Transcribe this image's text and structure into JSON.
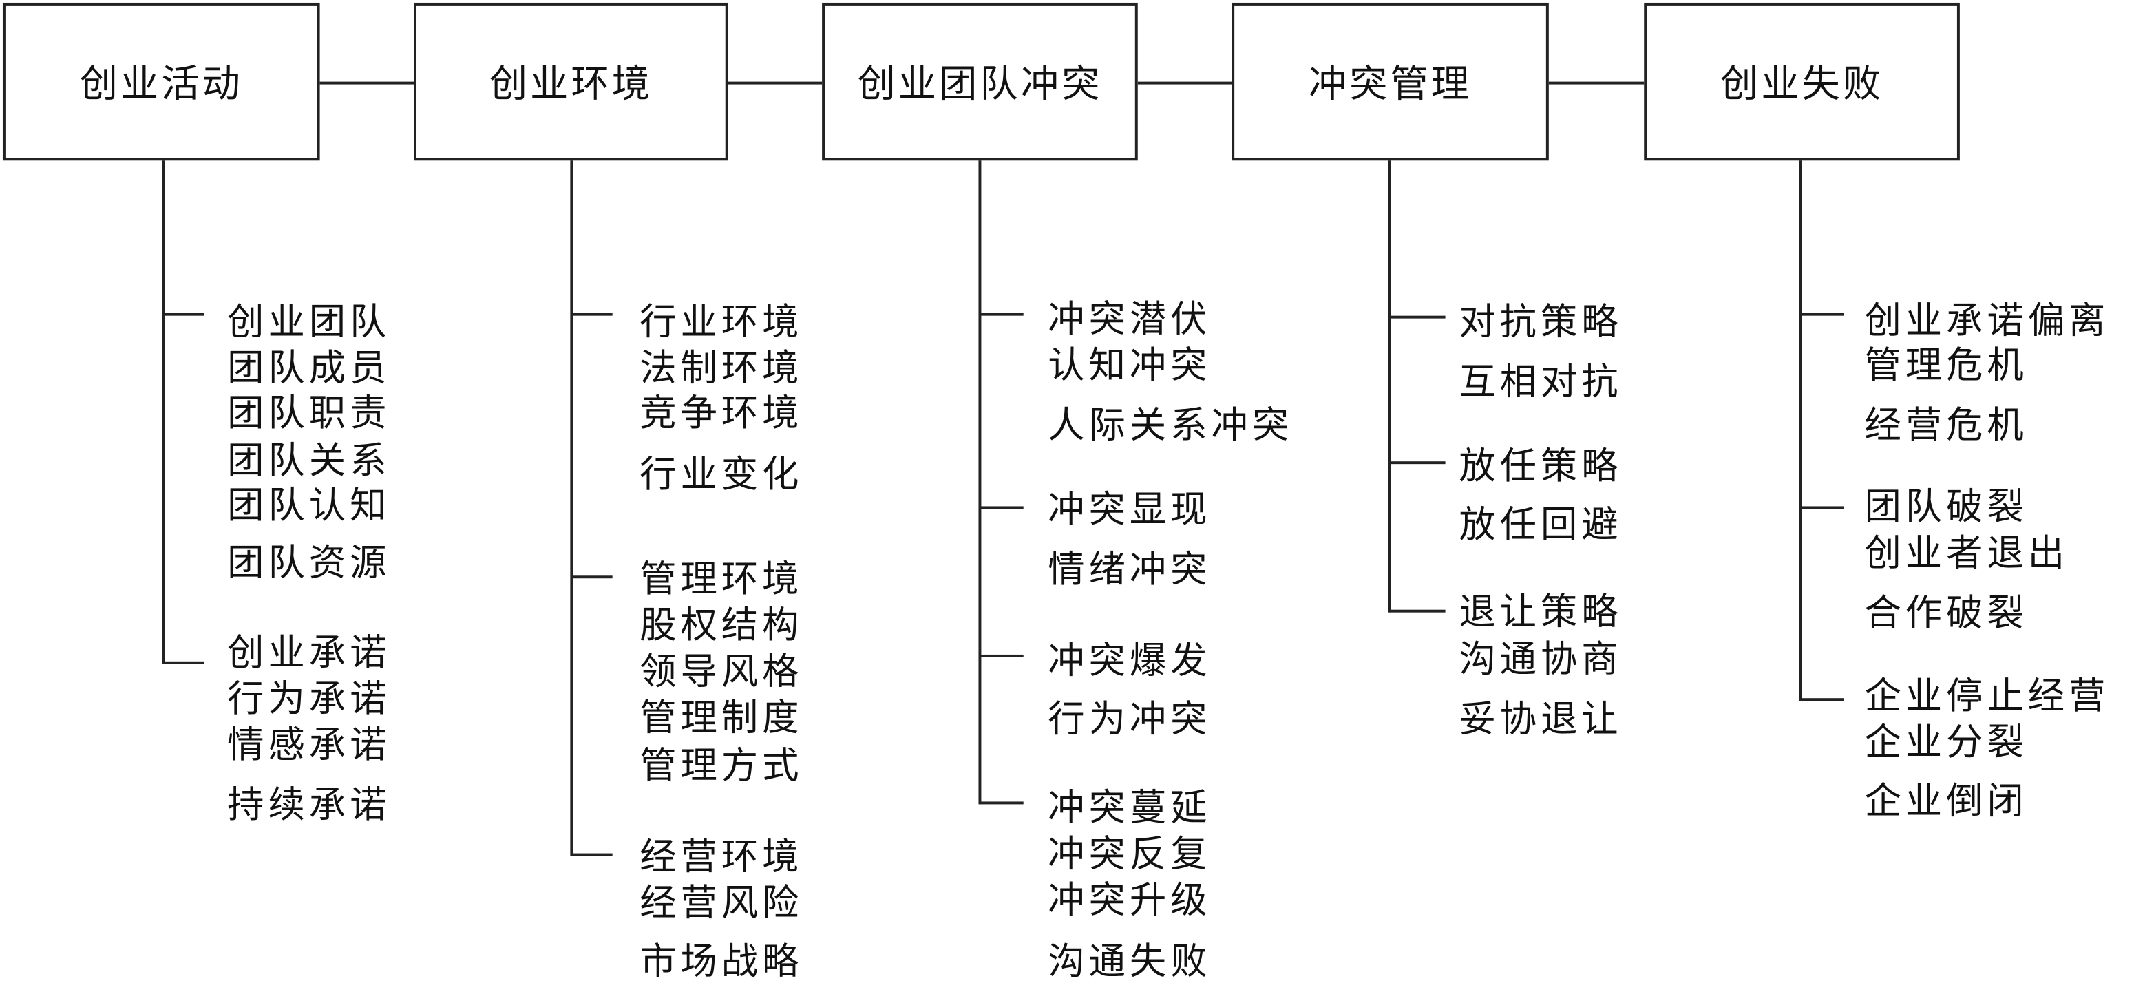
{
  "columns": [
    {
      "title": "创业活动",
      "groups": [
        [
          "创业团队",
          "团队成员",
          "团队职责",
          "团队关系",
          "团队认知",
          "团队资源"
        ],
        [
          "创业承诺",
          "行为承诺",
          "情感承诺",
          "持续承诺"
        ]
      ]
    },
    {
      "title": "创业环境",
      "groups": [
        [
          "行业环境",
          "法制环境",
          "竞争环境",
          "行业变化"
        ],
        [
          "管理环境",
          "股权结构",
          "领导风格",
          "管理制度",
          "管理方式"
        ],
        [
          "经营环境",
          "经营风险",
          "市场战略"
        ]
      ]
    },
    {
      "title": "创业团队冲突",
      "groups": [
        [
          "冲突潜伏",
          "认知冲突",
          "人际关系冲突"
        ],
        [
          "冲突显现",
          "情绪冲突"
        ],
        [
          "冲突爆发",
          "行为冲突"
        ],
        [
          "冲突蔓延",
          "冲突反复",
          "冲突升级",
          "沟通失败"
        ]
      ]
    },
    {
      "title": "冲突管理",
      "groups": [
        [
          "对抗策略",
          "互相对抗"
        ],
        [
          "放任策略",
          "放任回避"
        ],
        [
          "退让策略",
          "沟通协商",
          "妥协退让"
        ]
      ]
    },
    {
      "title": "创业失败",
      "groups": [
        [
          "创业承诺偏离",
          "管理危机",
          "经营危机"
        ],
        [
          "团队破裂",
          "创业者退出",
          "合作破裂"
        ],
        [
          "企业停止经营",
          "企业分裂",
          "企业倒闭"
        ]
      ]
    }
  ]
}
